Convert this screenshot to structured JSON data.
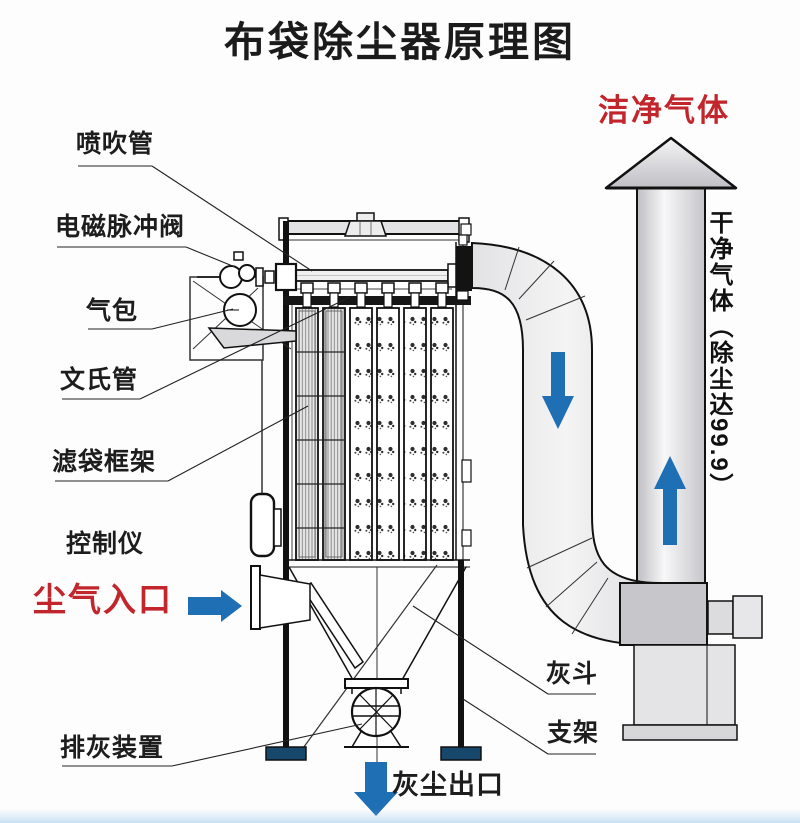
{
  "title": "布袋除尘器原理图",
  "colors": {
    "red": "#c2252b",
    "blue": "#1f6fb5",
    "navy": "#17486b",
    "line": "#1a1a1a"
  },
  "labels": {
    "blow_pipe": "喷吹管",
    "pulse_valve": "电磁脉冲阀",
    "air_bag": "气包",
    "venturi": "文氏管",
    "bag_cage": "滤袋框架",
    "controller": "控制仪",
    "dust_inlet": "尘气入口",
    "ash_discharge": "排灰装置",
    "dust_outlet": "灰尘出口",
    "ash_hopper": "灰斗",
    "support": "支架",
    "clean_gas": "洁净气体",
    "stack_side_note": "干净气体（除尘达99.9）"
  }
}
